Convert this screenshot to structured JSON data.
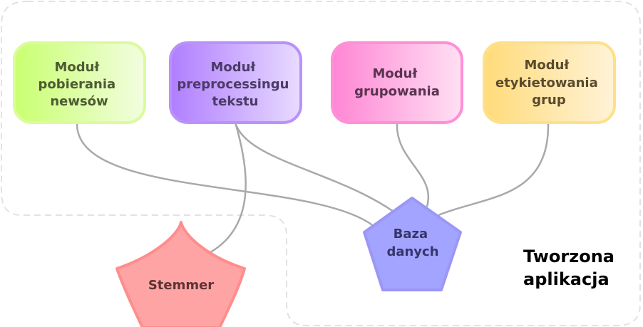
{
  "app_title": "Tworzona aplikacja",
  "modules": [
    {
      "id": "news",
      "lines": [
        "Moduł",
        "pobierania",
        "newsów"
      ],
      "color_from": "#c9ff70",
      "color_to": "#f2fde0",
      "stroke": "#dcfb9c",
      "text_color": "#4d5a33"
    },
    {
      "id": "preprocessing",
      "lines": [
        "Moduł",
        "preprocessingu",
        "tekstu"
      ],
      "color_from": "#b07eff",
      "color_to": "#e8dbff",
      "stroke": "#b992f9",
      "text_color": "#4b3b66"
    },
    {
      "id": "grouping",
      "lines": [
        "Moduł",
        "grupowania"
      ],
      "color_from": "#ff86d4",
      "color_to": "#ffe0f3",
      "stroke": "#ff8fd6",
      "text_color": "#5a3350"
    },
    {
      "id": "labeling",
      "lines": [
        "Moduł",
        "etykietowania",
        "grup"
      ],
      "color_from": "#ffdb7a",
      "color_to": "#fff3d8",
      "stroke": "#fde18a",
      "text_color": "#5a4a2d"
    }
  ],
  "database": {
    "lines": [
      "Baza",
      "danych"
    ],
    "fill": "#a3a4ff",
    "stroke": "#9b97f7",
    "text_color": "#35356a"
  },
  "stemmer": {
    "label": "Stemmer",
    "fill": "#ffa4a4",
    "stroke": "#ff8d8d",
    "text_color": "#5b3434"
  },
  "connector_color": "#a9a9a9",
  "boundary_color": "#e2e2e2"
}
